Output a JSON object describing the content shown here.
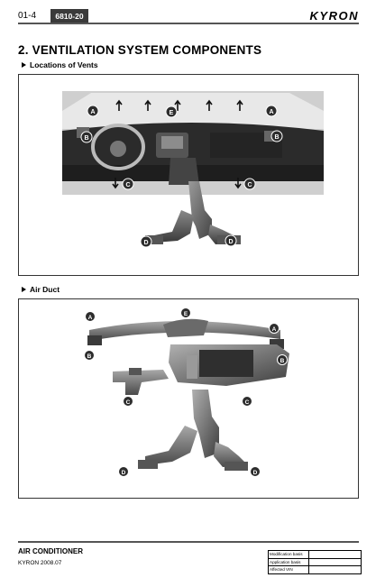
{
  "header": {
    "page_number": "01-4",
    "section_code": "6810-20",
    "brand": "KYRON"
  },
  "title": "2. VENTILATION SYSTEM COMPONENTS",
  "figures": [
    {
      "heading": "Locations of Vents",
      "callouts": [
        "A",
        "A",
        "B",
        "B",
        "C",
        "C",
        "D",
        "D",
        "E"
      ]
    },
    {
      "heading": "Air Duct",
      "callouts": [
        "A",
        "A",
        "B",
        "B",
        "C",
        "C",
        "D",
        "D",
        "E"
      ]
    }
  ],
  "footer": {
    "title": "AIR CONDITIONER",
    "model": "KYRON 2008.07",
    "table_labels": [
      "Modification basis",
      "Application basis",
      "Affected VIN"
    ]
  },
  "colors": {
    "rule": "#555555",
    "code_bg": "#3a3a3a",
    "callout": "#ffffff",
    "photo_dark": "#2b2b2b"
  }
}
